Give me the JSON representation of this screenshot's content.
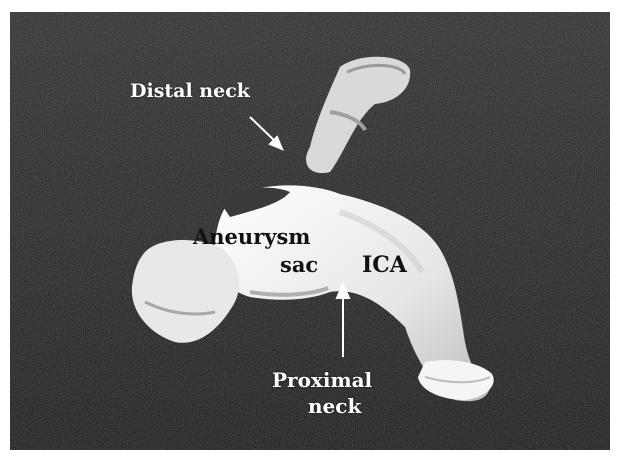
{
  "image": {
    "description_colors": {
      "background": "#1f1f1f",
      "vessel": "#f2f2f2",
      "annotation": "#ffffff"
    }
  },
  "labels": {
    "distal_neck": "Distal neck",
    "aneurysm_line1": "Aneurysm",
    "aneurysm_line2": "sac",
    "ica": "ICA",
    "proximal_line1": "Proximal",
    "proximal_line2": "neck"
  }
}
